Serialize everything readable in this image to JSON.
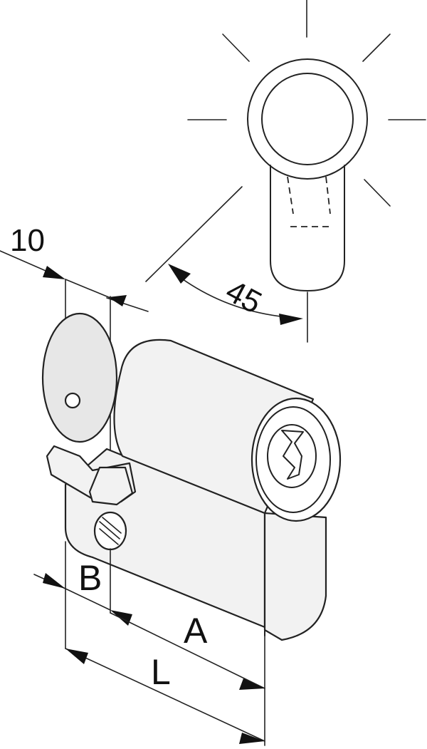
{
  "dimensions": {
    "top_width": "10",
    "rotation_angle": "45",
    "b_label": "B",
    "a_label": "A",
    "l_label": "L"
  },
  "colors": {
    "line": "#222222",
    "body_fill": "#f2f2f2",
    "background": "#ffffff"
  }
}
